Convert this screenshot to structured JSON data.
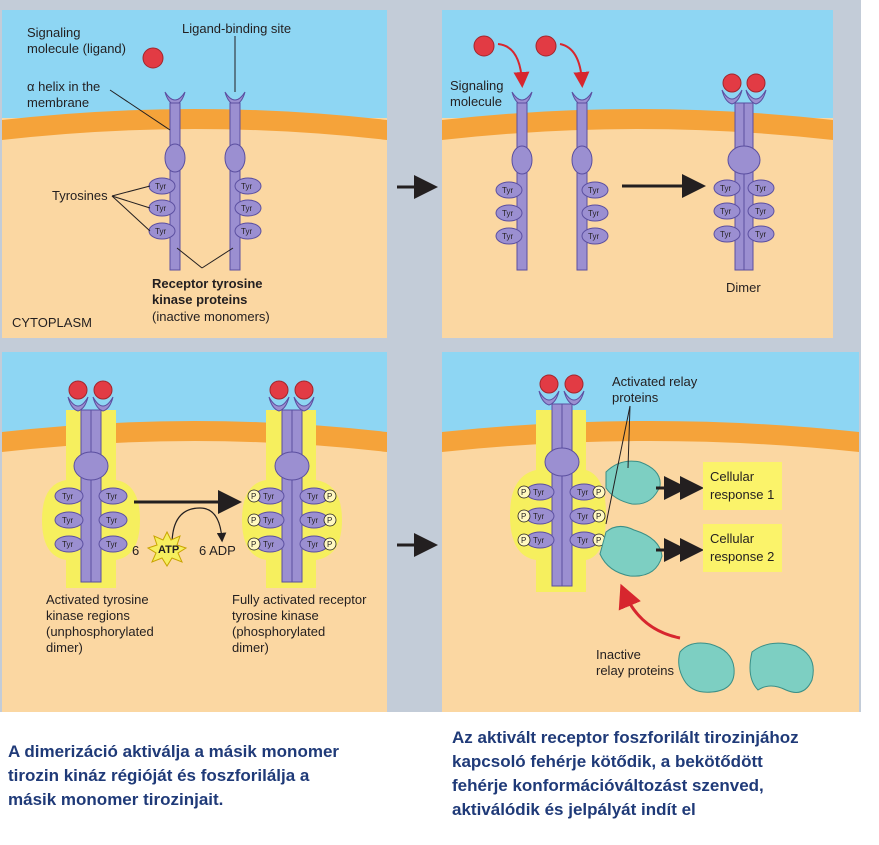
{
  "panel1": {
    "signaling_molecule_label": [
      "Signaling",
      "molecule (ligand)"
    ],
    "ligand_binding_site_label": "Ligand-binding site",
    "alpha_helix_label": [
      "α helix in the",
      "membrane"
    ],
    "tyrosines_label": "Tyrosines",
    "receptor_label": [
      "Receptor tyrosine",
      "kinase proteins"
    ],
    "receptor_sublabel": "(inactive monomers)",
    "cytoplasm_label": "CYTOPLASM"
  },
  "panel2": {
    "signaling_molecule_label": [
      "Signaling",
      "molecule"
    ],
    "dimer_label": "Dimer"
  },
  "panel3": {
    "activated_regions_label": [
      "Activated tyrosine",
      "kinase regions",
      "(unphosphorylated",
      "dimer)"
    ],
    "fully_activated_label": [
      "Fully activated receptor",
      "tyrosine kinase",
      "(phosphorylated",
      "dimer)"
    ],
    "atp_count": "6",
    "atp_label": "ATP",
    "adp_label": "6 ADP"
  },
  "panel4": {
    "activated_relay_label": [
      "Activated relay",
      "proteins"
    ],
    "cellular_response_1": [
      "Cellular",
      "response 1"
    ],
    "cellular_response_2": [
      "Cellular",
      "response 2"
    ],
    "inactive_relay_label": [
      "Inactive",
      "relay proteins"
    ]
  },
  "tyr_label": "Tyr",
  "p_label": "P",
  "captions": {
    "left": [
      "A dimerizáció aktiválja a másik monomer",
      "tirozin kináz régióját és foszforilálja a",
      "másik monomer tirozinjait."
    ],
    "right": [
      "Az aktivált receptor foszforilált tirozinjához",
      "kapcsoló fehérje kötődik, a bekötődött",
      "fehérje konformációváltozást szenved,",
      "aktiválódik és jelpályát indít el"
    ]
  },
  "colors": {
    "extracellular": "#8ed6f3",
    "membrane": "#f5a33a",
    "cytoplasm": "#fbd7a2",
    "frame": "#c3ccd8",
    "receptor": "#9b8fd1",
    "receptor_outline": "#5b4fa0",
    "ligand": "#e23b44",
    "activation_glow": "#f6ef5e",
    "relay_protein": "#7dcfc2",
    "response_box": "#fbf36a",
    "caption_text": "#1f3a78"
  }
}
